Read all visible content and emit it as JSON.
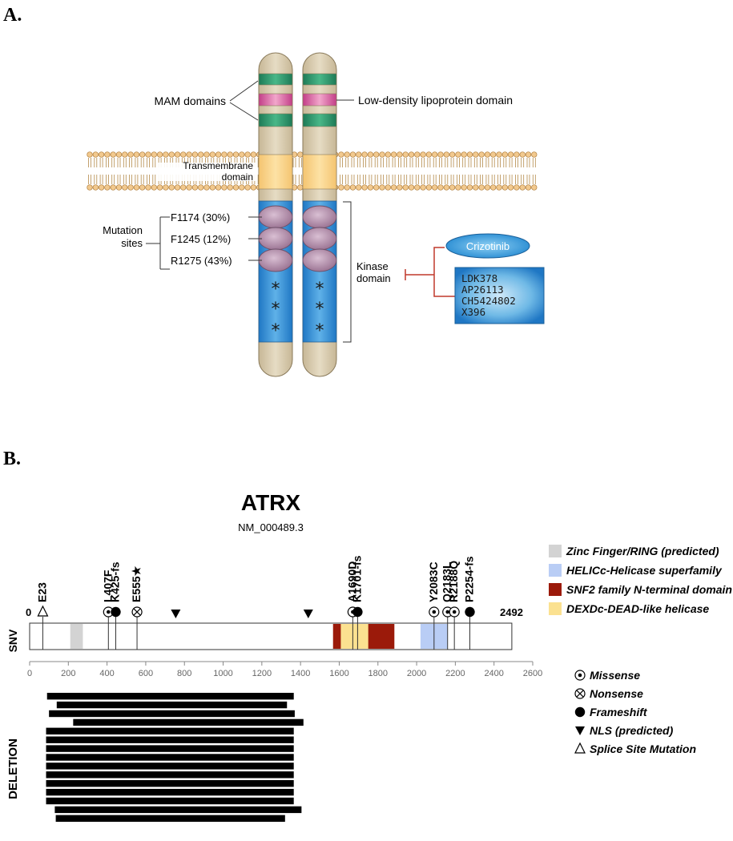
{
  "panel_a": {
    "label": "A.",
    "mam_label": "MAM domains",
    "ldl_label": "Low-density lipoprotein domain",
    "tm_label_1": "Transmembrane",
    "tm_label_2": "domain",
    "mutation_label_1": "Mutation",
    "mutation_label_2": "sites",
    "mutations": [
      "F1174 (30%)",
      "F1245 (12%)",
      "R1275 (43%)"
    ],
    "kinase_label_1": "Kinase",
    "kinase_label_2": "domain",
    "drug_primary": "Crizotinib",
    "drugs_other": [
      "LDK378",
      "AP26113",
      "CH5424802",
      "X396"
    ],
    "star": "*"
  },
  "panel_b": {
    "label": "B.",
    "gene": "ATRX",
    "transcript": "NM_000489.3",
    "protein_length": 2492,
    "start_label": "0",
    "end_label": "2492",
    "snv_track_label": "SNV",
    "deletion_track_label": "DELETION",
    "axis_ticks": [
      0,
      200,
      400,
      600,
      800,
      1000,
      1200,
      1400,
      1600,
      1800,
      2000,
      2200,
      2400,
      2600
    ],
    "domains": [
      {
        "name": "Zinc Finger/RING (predicted)",
        "color": "#d3d3d3",
        "start": 210,
        "end": 275
      },
      {
        "name": "HELICc-Helicase superfamily",
        "color": "#b9cdf5",
        "start": 2020,
        "end": 2160
      },
      {
        "name": "SNF2 family N-terminal domain",
        "color": "#9b1a0a",
        "start": 1568,
        "end": 1885
      },
      {
        "name": "DEXDc-DEAD-like helicase",
        "color": "#fbe190",
        "start": 1608,
        "end": 1750
      }
    ],
    "variants": [
      {
        "label": "E23",
        "pos": 68,
        "type": "splice"
      },
      {
        "label": "L407F",
        "pos": 407,
        "type": "missense"
      },
      {
        "label": "K425-fs",
        "pos": 445,
        "type": "frameshift"
      },
      {
        "label": "E555★",
        "pos": 555,
        "type": "nonsense"
      },
      {
        "label": "A1690D",
        "pos": 1670,
        "type": "missense"
      },
      {
        "label": "K1701-fs",
        "pos": 1695,
        "type": "frameshift"
      },
      {
        "label": "Y2083C",
        "pos": 2090,
        "type": "missense"
      },
      {
        "label": "Q2183L",
        "pos": 2160,
        "type": "missense"
      },
      {
        "label": "R2188Q",
        "pos": 2195,
        "type": "missense"
      },
      {
        "label": "P2254-fs",
        "pos": 2275,
        "type": "frameshift"
      }
    ],
    "nls": [
      755,
      1440
    ],
    "deletions": [
      {
        "start": 90,
        "end": 1365
      },
      {
        "start": 140,
        "end": 1330
      },
      {
        "start": 100,
        "end": 1370
      },
      {
        "start": 225,
        "end": 1415
      },
      {
        "start": 85,
        "end": 1365
      },
      {
        "start": 85,
        "end": 1365
      },
      {
        "start": 85,
        "end": 1365
      },
      {
        "start": 85,
        "end": 1365
      },
      {
        "start": 85,
        "end": 1365
      },
      {
        "start": 85,
        "end": 1365
      },
      {
        "start": 85,
        "end": 1365
      },
      {
        "start": 85,
        "end": 1365
      },
      {
        "start": 85,
        "end": 1365
      },
      {
        "start": 130,
        "end": 1405
      },
      {
        "start": 135,
        "end": 1320
      }
    ],
    "mutation_legend": [
      {
        "symbol": "missense",
        "label": "Missense"
      },
      {
        "symbol": "nonsense",
        "label": "Nonsense"
      },
      {
        "symbol": "frameshift",
        "label": "Frameshift"
      },
      {
        "symbol": "nls",
        "label": "NLS (predicted)"
      },
      {
        "symbol": "splice",
        "label": "Splice Site Mutation"
      }
    ]
  }
}
